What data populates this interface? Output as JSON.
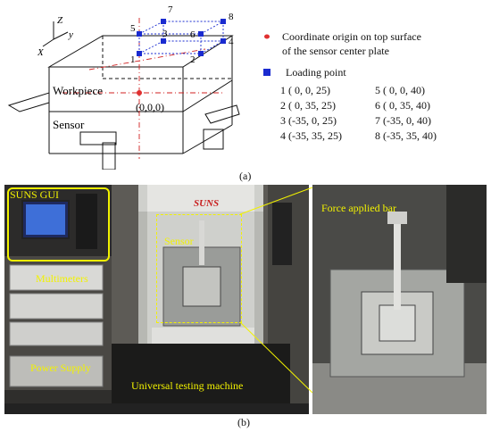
{
  "diagram": {
    "axes": {
      "z": "Z",
      "y": "y",
      "x": "X"
    },
    "parts": {
      "workpiece": "Workpiece",
      "sensor": "Sensor"
    },
    "origin_label": "(0,0,0)",
    "point_numbers": [
      "1",
      "2",
      "3",
      "4",
      "5",
      "6",
      "7",
      "8"
    ],
    "legend": {
      "origin_line1": "Coordinate origin on top surface",
      "origin_line2": "of the sensor center plate",
      "loading_title": "Loading point",
      "rows": [
        {
          "left": "1 (   0,    0,  25)",
          "right": "5 (   0,    0,  40)"
        },
        {
          "left": "2 (   0,  35,  25)",
          "right": "6 (   0,  35,  40)"
        },
        {
          "left": "3 (-35,    0,  25)",
          "right": "7 (-35,    0,  40)"
        },
        {
          "left": "4 (-35,  35,  25)",
          "right": "8 (-35,  35,  40)"
        }
      ],
      "origin_color": "#e03030",
      "loading_color": "#1a2bd0"
    },
    "caption": "(a)"
  },
  "photos": {
    "labels": {
      "suns_gui": "SUNS GUI",
      "multimeters": "Multimeters",
      "power_supply": "Power Supply",
      "sensor": "Sensor",
      "machine": "Universal testing machine",
      "force_bar": "Force applied bar",
      "brand": "SUNS"
    },
    "highlight_color": "#f2f200",
    "caption": "(b)"
  }
}
